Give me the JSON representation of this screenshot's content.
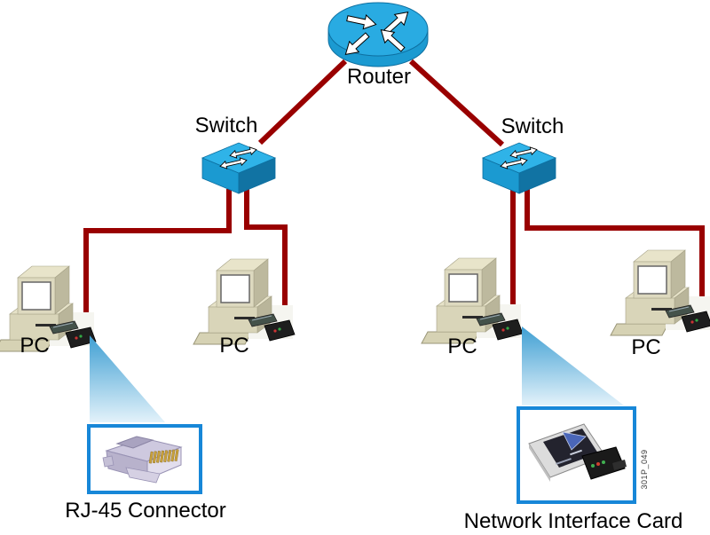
{
  "nodes": {
    "router": "Router",
    "switch_left": "Switch",
    "switch_right": "Switch",
    "pcs": [
      "PC",
      "PC",
      "PC",
      "PC"
    ]
  },
  "callouts": {
    "rj45_label": "RJ-45 Connector",
    "nic_label": "Network Interface Card",
    "figure_code": "301P_049"
  },
  "colors": {
    "link_red": "#990000",
    "device_top_blue": "#29ABE2",
    "device_front_blue": "#1B9AD1",
    "device_side_blue": "#1173A3",
    "callout_border_blue": "#1787D8",
    "pc_beige": "#D9D5B9",
    "wedge_blue_top": "#3F9FD3",
    "wedge_blue_bottom": "#E3F2FA"
  }
}
